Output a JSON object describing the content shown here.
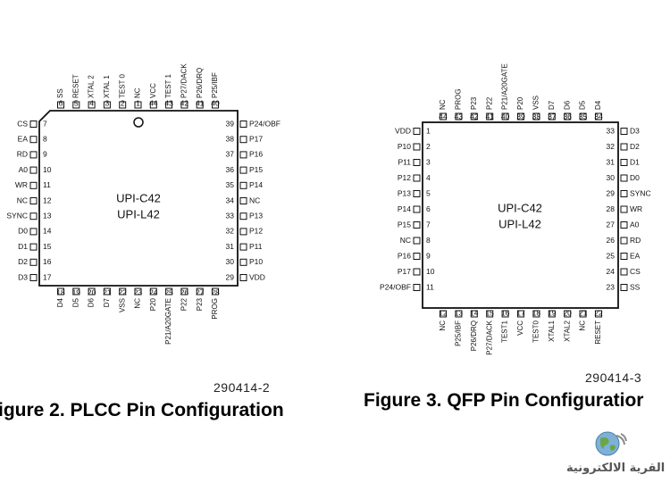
{
  "plcc": {
    "caption": "igure 2. PLCC Pin Configuration",
    "ref": "290414-2",
    "chip_labels": [
      "UPI-C42",
      "UPI-L42"
    ],
    "top_pins": [
      {
        "num": "6",
        "label": "SS"
      },
      {
        "num": "5",
        "label": "RESET"
      },
      {
        "num": "4",
        "label": "XTAL 2"
      },
      {
        "num": "3",
        "label": "XTAL 1"
      },
      {
        "num": "2",
        "label": "TEST 0"
      },
      {
        "num": "1",
        "label": "NC"
      },
      {
        "num": "44",
        "label": "VCC"
      },
      {
        "num": "43",
        "label": "TEST 1"
      },
      {
        "num": "42",
        "label": "P27/DACK"
      },
      {
        "num": "41",
        "label": "P26/DRQ"
      },
      {
        "num": "40",
        "label": "P25/IBF"
      }
    ],
    "left_pins": [
      {
        "num": "7",
        "label": "CS"
      },
      {
        "num": "8",
        "label": "EA"
      },
      {
        "num": "9",
        "label": "RD"
      },
      {
        "num": "10",
        "label": "A0"
      },
      {
        "num": "11",
        "label": "WR"
      },
      {
        "num": "12",
        "label": "NC"
      },
      {
        "num": "13",
        "label": "SYNC"
      },
      {
        "num": "14",
        "label": "D0"
      },
      {
        "num": "15",
        "label": "D1"
      },
      {
        "num": "16",
        "label": "D2"
      },
      {
        "num": "17",
        "label": "D3"
      }
    ],
    "right_pins": [
      {
        "num": "39",
        "label": "P24/OBF"
      },
      {
        "num": "38",
        "label": "P17"
      },
      {
        "num": "37",
        "label": "P16"
      },
      {
        "num": "36",
        "label": "P15"
      },
      {
        "num": "35",
        "label": "P14"
      },
      {
        "num": "34",
        "label": "NC"
      },
      {
        "num": "33",
        "label": "P13"
      },
      {
        "num": "32",
        "label": "P12"
      },
      {
        "num": "31",
        "label": "P11"
      },
      {
        "num": "30",
        "label": "P10"
      },
      {
        "num": "29",
        "label": "VDD"
      }
    ],
    "bottom_pins": [
      {
        "num": "18",
        "label": "D4"
      },
      {
        "num": "19",
        "label": "D5"
      },
      {
        "num": "20",
        "label": "D6"
      },
      {
        "num": "21",
        "label": "D7"
      },
      {
        "num": "22",
        "label": "VSS"
      },
      {
        "num": "23",
        "label": "NC"
      },
      {
        "num": "24",
        "label": "P20"
      },
      {
        "num": "25",
        "label": "P21/A20GATE"
      },
      {
        "num": "26",
        "label": "P22"
      },
      {
        "num": "27",
        "label": "P23"
      },
      {
        "num": "28",
        "label": "PROG"
      }
    ]
  },
  "qfp": {
    "caption": "Figure 3. QFP Pin Configuratior",
    "ref": "290414-3",
    "chip_labels": [
      "UPI-C42",
      "UPI-L42"
    ],
    "top_pins": [
      {
        "num": "44",
        "label": "NC"
      },
      {
        "num": "43",
        "label": "PROG"
      },
      {
        "num": "42",
        "label": "P23"
      },
      {
        "num": "41",
        "label": "P22"
      },
      {
        "num": "40",
        "label": "P21/A20GATE"
      },
      {
        "num": "39",
        "label": "P20"
      },
      {
        "num": "38",
        "label": "VSS"
      },
      {
        "num": "37",
        "label": "D7"
      },
      {
        "num": "36",
        "label": "D6"
      },
      {
        "num": "35",
        "label": "D5"
      },
      {
        "num": "34",
        "label": "D4"
      }
    ],
    "left_pins": [
      {
        "num": "1",
        "label": "VDD"
      },
      {
        "num": "2",
        "label": "P10"
      },
      {
        "num": "3",
        "label": "P11"
      },
      {
        "num": "4",
        "label": "P12"
      },
      {
        "num": "5",
        "label": "P13"
      },
      {
        "num": "6",
        "label": "P14"
      },
      {
        "num": "7",
        "label": "P15"
      },
      {
        "num": "8",
        "label": "NC"
      },
      {
        "num": "9",
        "label": "P16"
      },
      {
        "num": "10",
        "label": "P17"
      },
      {
        "num": "11",
        "label": "P24/OBF"
      }
    ],
    "right_pins": [
      {
        "num": "33",
        "label": "D3"
      },
      {
        "num": "32",
        "label": "D2"
      },
      {
        "num": "31",
        "label": "D1"
      },
      {
        "num": "30",
        "label": "D0"
      },
      {
        "num": "29",
        "label": "SYNC"
      },
      {
        "num": "28",
        "label": "WR"
      },
      {
        "num": "27",
        "label": "A0"
      },
      {
        "num": "26",
        "label": "RD"
      },
      {
        "num": "25",
        "label": "EA"
      },
      {
        "num": "24",
        "label": "CS"
      },
      {
        "num": "23",
        "label": "SS"
      }
    ],
    "bottom_pins": [
      {
        "num": "12",
        "label": "NC"
      },
      {
        "num": "13",
        "label": "P25/IBF"
      },
      {
        "num": "14",
        "label": "P26/DRQ"
      },
      {
        "num": "15",
        "label": "P27/DACK"
      },
      {
        "num": "16",
        "label": "TEST1"
      },
      {
        "num": "17",
        "label": "VCC"
      },
      {
        "num": "18",
        "label": "TEST0"
      },
      {
        "num": "19",
        "label": "XTAL1"
      },
      {
        "num": "20",
        "label": "XTAL2"
      },
      {
        "num": "21",
        "label": "NC"
      },
      {
        "num": "22",
        "label": "RESET"
      }
    ]
  },
  "watermark": {
    "text": "القرية الالكترونية",
    "icon": "globe-icon"
  }
}
